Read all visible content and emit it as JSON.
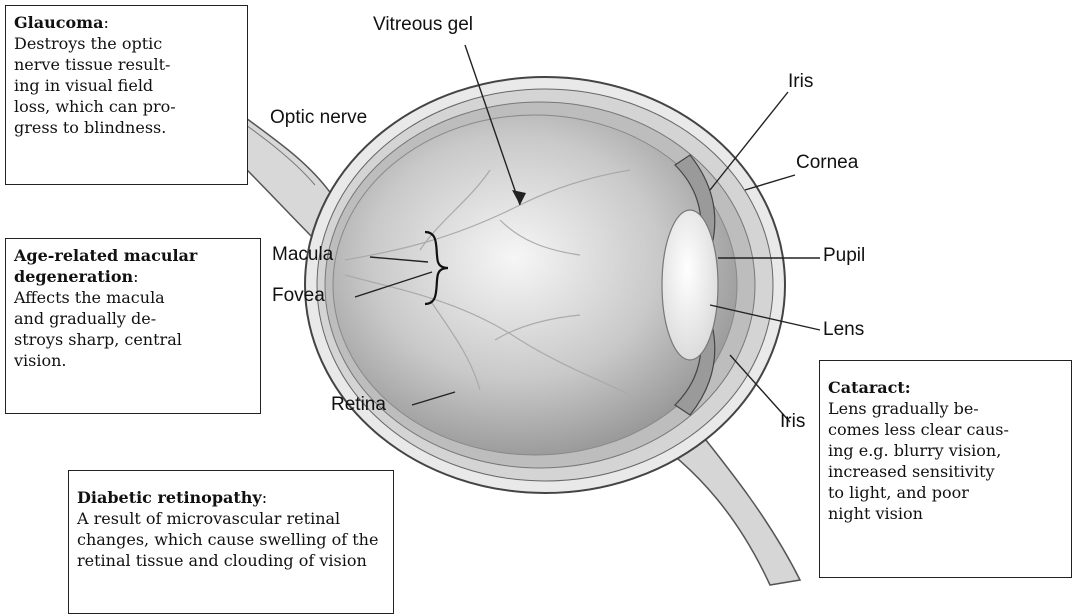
{
  "labels": {
    "vitreous_gel": "Vitreous gel",
    "optic_nerve": "Optic nerve",
    "iris_top": "Iris",
    "cornea": "Cornea",
    "macula": "Macula",
    "fovea": "Fovea",
    "pupil": "Pupil",
    "lens": "Lens",
    "retina": "Retina",
    "iris_bottom": "Iris"
  },
  "boxes": {
    "glaucoma": {
      "title": "Glaucoma",
      "title_suffix": ":",
      "body": "Destroys the optic\nnerve tissue result-\ning in visual field\nloss, which can pro-\ngress to blindness."
    },
    "amd": {
      "title": "Age-related macular\ndegeneration",
      "title_suffix": ":",
      "body": "Affects the macula\nand gradually de-\nstroys sharp, central\nvision."
    },
    "diabetic": {
      "title": "Diabetic retinopathy",
      "title_suffix": ":",
      "body": "A result of microvascular retinal\nchanges, which cause swelling of the\nretinal tissue and clouding of vision"
    },
    "cataract": {
      "title": "Cataract:",
      "title_suffix": "",
      "body": "Lens gradually be-\ncomes less clear caus-\ning e.g. blurry vision,\nincreased sensitivity\nto light, and poor\nnight vision"
    }
  }
}
